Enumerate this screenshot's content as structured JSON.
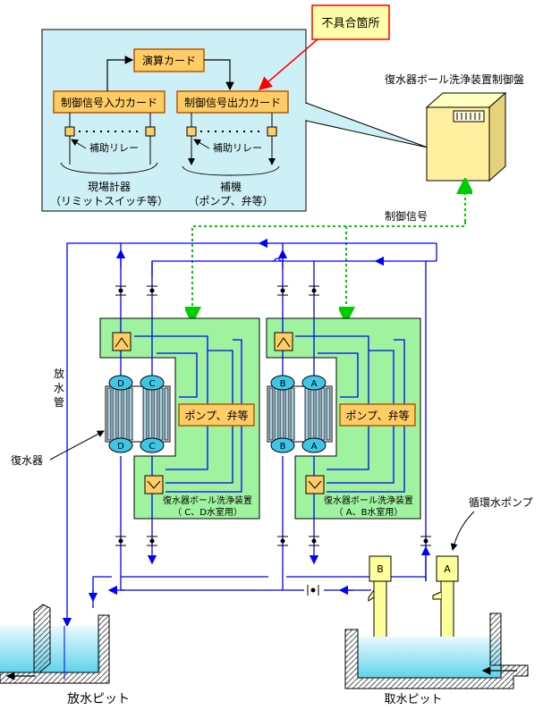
{
  "labels": {
    "defect_location": "不具合箇所",
    "calc_card": "演算カード",
    "input_card": "制御信号入力カード",
    "output_card": "制御信号出力カード",
    "aux_relay_in": "補助リレー",
    "aux_relay_out": "補助リレー",
    "field_instruments": "現場計器",
    "field_instruments_sub": "（リミットスイッチ等）",
    "aux_machines": "補機",
    "aux_machines_sub": "（ポンプ、弁等）",
    "control_panel": "復水器ボール洗浄装置制御盤",
    "control_signal": "制御信号",
    "discharge_pipe_1": "放",
    "discharge_pipe_2": "水",
    "discharge_pipe_3": "管",
    "condenser": "復水器",
    "pump_valve_left": "ポンプ、弁等",
    "pump_valve_right": "ポンプ、弁等",
    "unit_left_1": "復水器ボール洗浄装置",
    "unit_left_2": "（ C、D水室用）",
    "unit_right_1": "復水器ボール洗浄装置",
    "unit_right_2": "（ A、B水室用）",
    "circ_pump": "循環水ポンプ",
    "discharge_pit": "放水ピット",
    "intake_pit": "取水ピット",
    "waterbox_D": "D",
    "waterbox_C": "C",
    "waterbox_B": "B",
    "waterbox_A": "A",
    "pump_B": "B",
    "pump_A": "A"
  },
  "colors": {
    "panel_bg": "#cdf0f6",
    "green_zone": "#9ff39f",
    "card_fill": "#ffcc66",
    "card_border": "#b45a00",
    "pipe": "#0000ff",
    "signal": "#00cc00",
    "defect_arrow": "#ff0000",
    "pump_fill": "#ffff99"
  }
}
